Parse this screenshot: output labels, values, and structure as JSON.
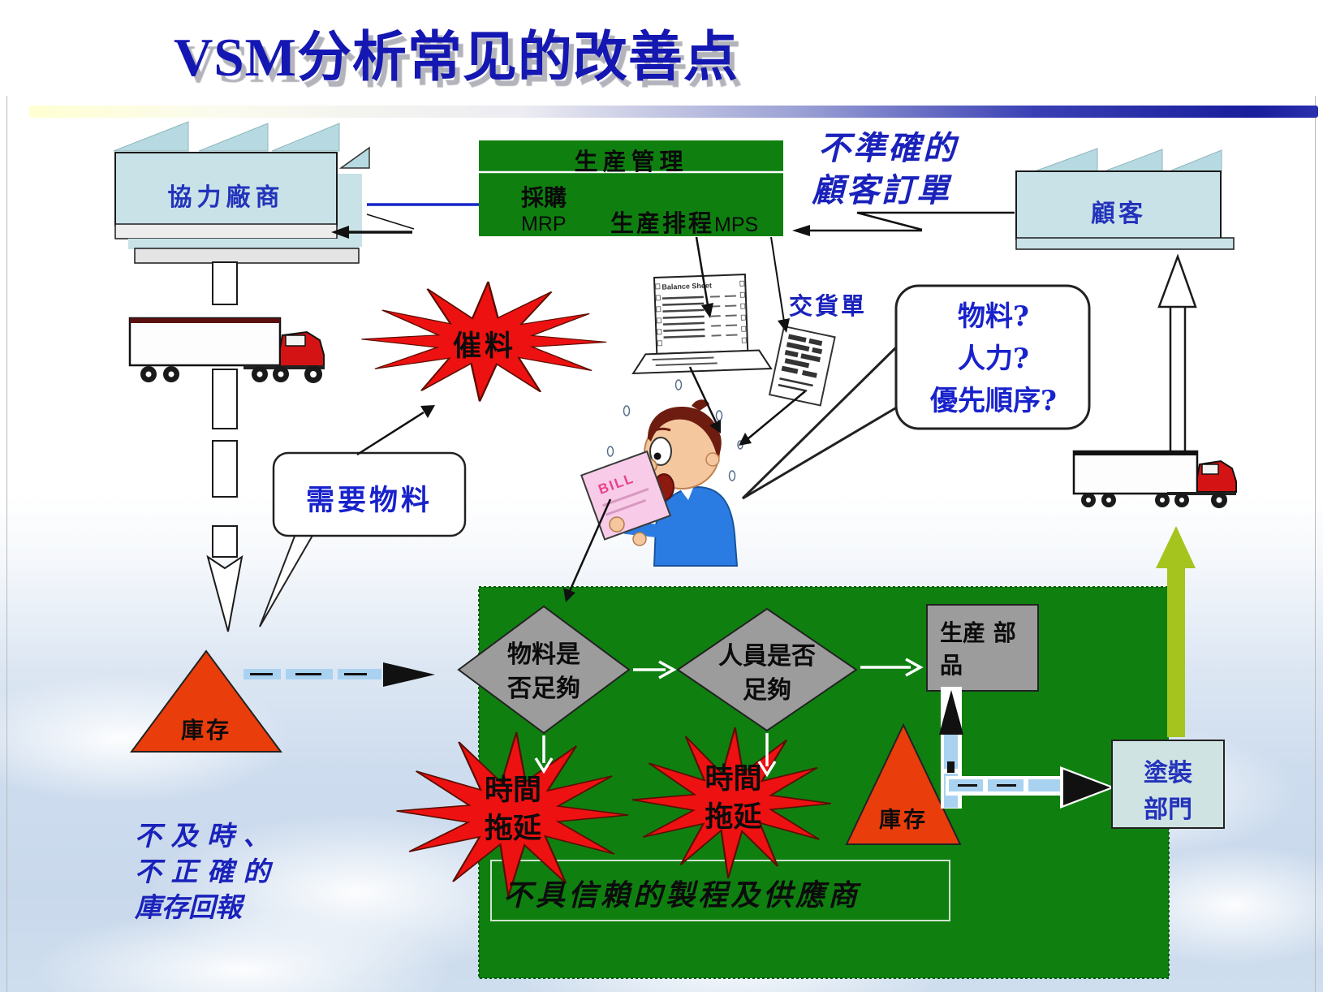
{
  "title": "VSM分析常见的改善点",
  "supplier": {
    "label": "協力廠商"
  },
  "customer": {
    "label": "顧客"
  },
  "prod_mgmt": {
    "header": "生産管理",
    "purchasing": "採購",
    "mrp": "MRP",
    "scheduling": "生産排程",
    "mps": "MPS"
  },
  "inaccurate_order": {
    "line1": "不準確的",
    "line2": "顧客訂單"
  },
  "expedite": {
    "label": "催料"
  },
  "delivery_note": {
    "label": "交貨單"
  },
  "balance_sheet": {
    "label": "Balance Sheet"
  },
  "bill": {
    "label": "BILL"
  },
  "question_bubble": {
    "line1": "物料?",
    "line2": "人力?",
    "line3": "優先順序?"
  },
  "need_material": {
    "label": "需要物料"
  },
  "inventory_left": {
    "label": "庫存"
  },
  "inventory_right": {
    "label": "庫存"
  },
  "inventory_note": {
    "line1": "不 及 時 、",
    "line2": "不 正 確 的",
    "line3": "庫存回報"
  },
  "diamond_material": {
    "line1": "物料是",
    "line2": "否足夠"
  },
  "diamond_personnel": {
    "line1": "人員是否",
    "line2": "足夠"
  },
  "produce_parts": {
    "line1": "生産  部",
    "line2": "品"
  },
  "delay1": {
    "line1": "時間",
    "line2": "拖延"
  },
  "delay2": {
    "line1": "時間",
    "line2": "拖延"
  },
  "painting": {
    "line1": "塗裝",
    "line2": "部門"
  },
  "unreliable": {
    "label": "不具信賴的製程及供應商"
  },
  "colors": {
    "green": "#0f8010",
    "red_burst": "#ee1111",
    "orange_triangle": "#e93d0c",
    "factory_blue": "#c9e2e8",
    "push_arrow_blue": "#a9d2f0",
    "lime_arrow": "#a6c41e",
    "text_blue": "#1a22bb",
    "title_blue": "#1517b2"
  }
}
